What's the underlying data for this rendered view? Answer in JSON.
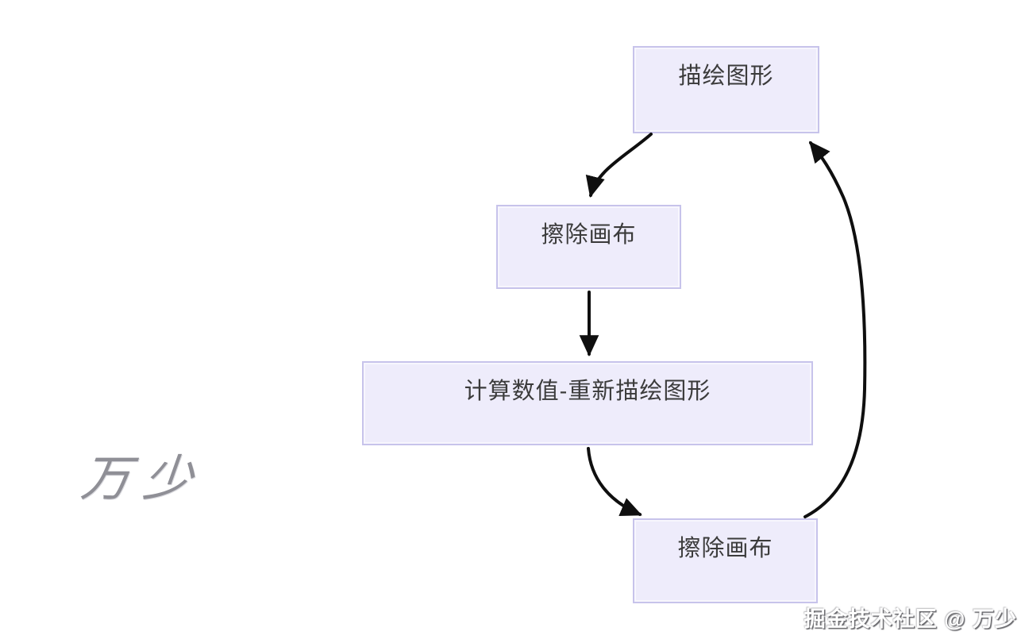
{
  "diagram": {
    "title": "canvas-animation-render-loop-flowchart",
    "nodes": [
      {
        "id": "draw-graphics",
        "label": "描绘图形"
      },
      {
        "id": "erase-canvas-top",
        "label": "擦除画布"
      },
      {
        "id": "compute-and-redraw",
        "label": "计算数值-重新描绘图形"
      },
      {
        "id": "erase-canvas-bottom",
        "label": "擦除画布"
      }
    ],
    "edges": [
      {
        "from": "描绘图形",
        "to": "擦除画布"
      },
      {
        "from": "擦除画布",
        "to": "计算数值-重新描绘图形"
      },
      {
        "from": "计算数值-重新描绘图形",
        "to": "擦除画布"
      },
      {
        "from": "擦除画布",
        "to": "描绘图形"
      }
    ]
  },
  "watermark": {
    "artist": "万少",
    "footer": "掘金技术社区 @ 万少"
  },
  "colors": {
    "background": "#ffffff",
    "node_fill": "#eeecfb",
    "node_border": "#c7c3eb",
    "node_text": "#3b3b3b",
    "arrow": "#0f0f0f",
    "artist_watermark": "#8f8f96",
    "footer_watermark": "#ffffff"
  }
}
